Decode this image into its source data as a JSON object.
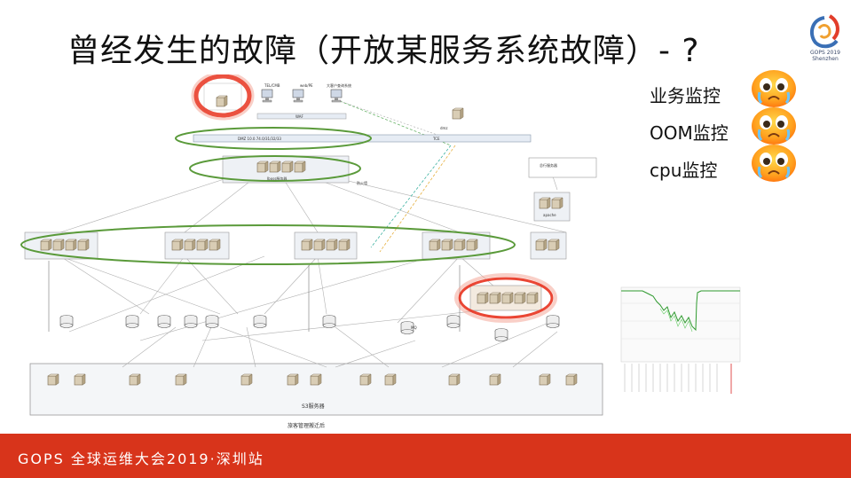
{
  "title": "曾经发生的故障（开放某服务系统故障）- ?",
  "logo": {
    "line1": "GOPS 2019",
    "line2": "Shenzhen"
  },
  "monitors": [
    {
      "label": "业务监控",
      "icon": "crying-face-icon"
    },
    {
      "label": "OOM监控",
      "icon": "crying-face-icon"
    },
    {
      "label": "cpu监控",
      "icon": "crying-face-icon"
    }
  ],
  "footer": {
    "text": "GOPS 全球运维大会2019·深圳站"
  },
  "diagram": {
    "bottom_caption": "S3服务器",
    "footer_caption": "旅客管理搬迁后",
    "firewall": "防火墙",
    "mq": "MQ"
  },
  "colors": {
    "footer_bg": "#d8341b",
    "highlight_green": "#5a9a3a",
    "highlight_red": "#e8321e",
    "chart_line": "#2f9a2f"
  }
}
